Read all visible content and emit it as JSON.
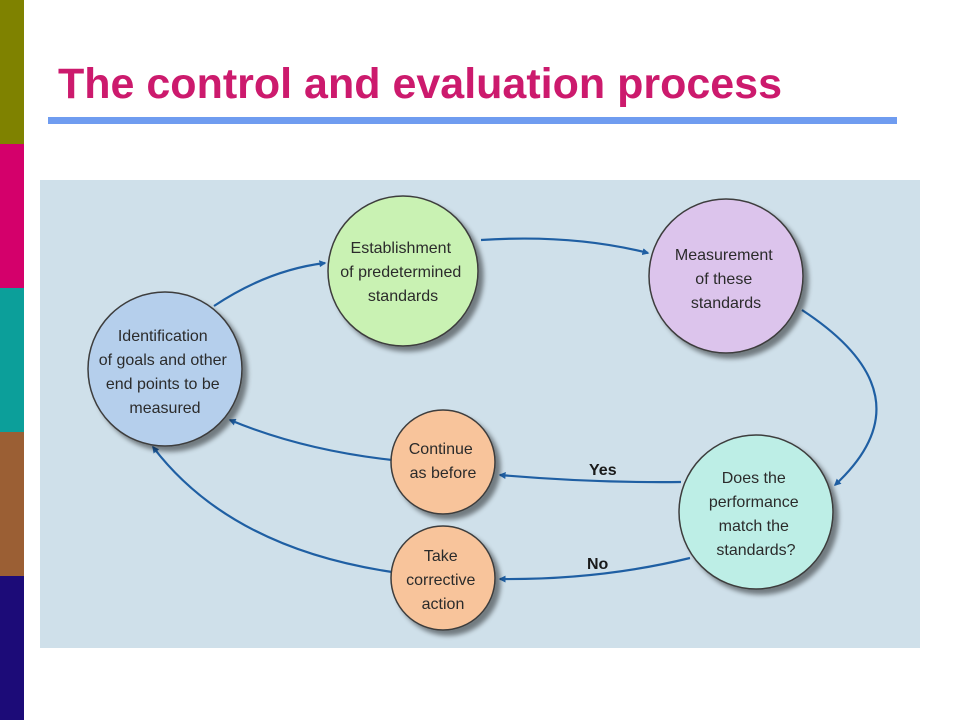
{
  "slide": {
    "title": "The control and evaluation process"
  },
  "diagram": {
    "nodes": {
      "identification": [
        "Identification",
        "of goals and other",
        "end points to be",
        "measured"
      ],
      "establishment": [
        "Establishment",
        "of predetermined",
        "standards"
      ],
      "measurement": [
        "Measurement",
        "of these",
        "standards"
      ],
      "decision": [
        "Does the",
        "performance",
        "match the",
        "standards?"
      ],
      "continue": [
        "Continue",
        "as before"
      ],
      "corrective": [
        "Take",
        "corrective",
        "action"
      ]
    },
    "edge_labels": {
      "yes": "Yes",
      "no": "No"
    }
  },
  "colors": {
    "title_text": "#cc1a6d",
    "title_rule": "#6f9cf0",
    "panel_bg": "#cfe0ea",
    "arrow": "#1f5fa3",
    "circle_stroke": "#3c3c3c",
    "identification_fill": "#b5cfec",
    "establishment_fill": "#c9f2b3",
    "measurement_fill": "#dcc4ec",
    "decision_fill": "#bdeee6",
    "continue_fill": "#f8c49b",
    "corrective_fill": "#f8c49b",
    "stripe_colors": [
      "#7f8200",
      "#d4006b",
      "#0c9f9a",
      "#9b5f34",
      "#1c0b78"
    ]
  }
}
